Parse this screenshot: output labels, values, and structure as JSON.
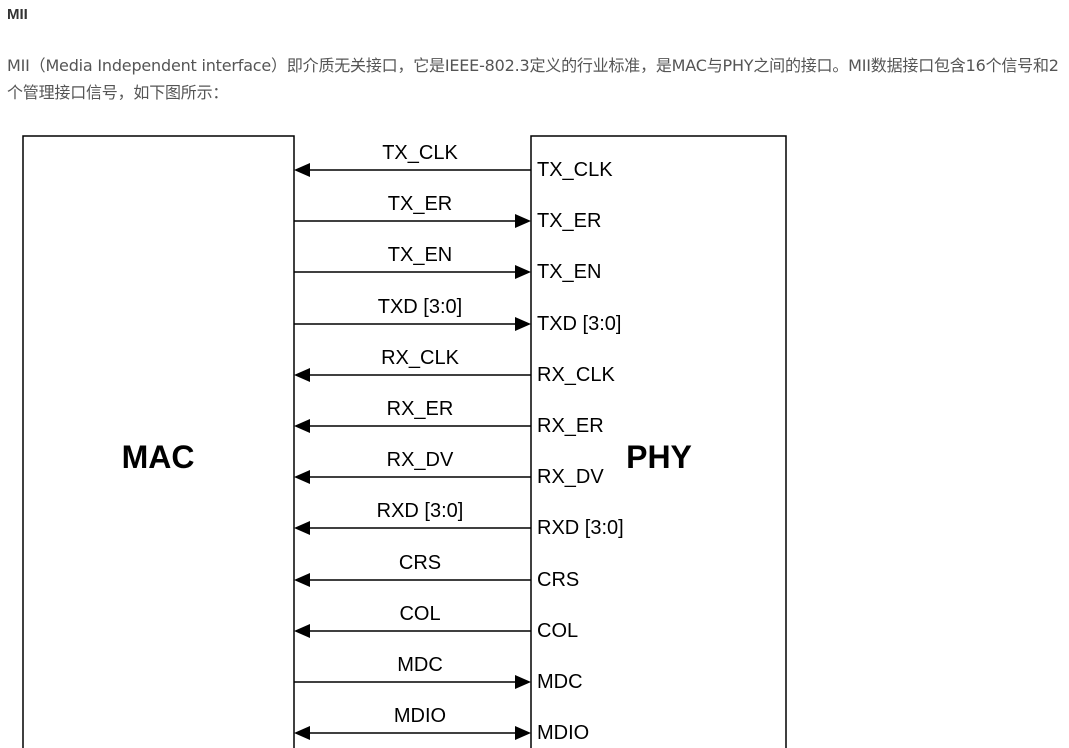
{
  "article": {
    "heading": "MII",
    "intro": "MII（Media Independent interface）即介质无关接口，它是IEEE-802.3定义的行业标准，是MAC与PHY之间的接口。MII数据接口包含16个信号和2个管理接口信号，如下图所示："
  },
  "diagram": {
    "left_block": "MAC",
    "right_block": "PHY",
    "signals": [
      {
        "wire_label": "TX_CLK",
        "phy_label": "TX_CLK",
        "direction": "to-mac"
      },
      {
        "wire_label": "TX_ER",
        "phy_label": "TX_ER",
        "direction": "to-phy"
      },
      {
        "wire_label": "TX_EN",
        "phy_label": "TX_EN",
        "direction": "to-phy"
      },
      {
        "wire_label": "TXD [3:0]",
        "phy_label": "TXD [3:0]",
        "direction": "to-phy"
      },
      {
        "wire_label": "RX_CLK",
        "phy_label": "RX_CLK",
        "direction": "to-mac"
      },
      {
        "wire_label": "RX_ER",
        "phy_label": "RX_ER",
        "direction": "to-mac"
      },
      {
        "wire_label": "RX_DV",
        "phy_label": "RX_DV",
        "direction": "to-mac"
      },
      {
        "wire_label": "RXD [3:0]",
        "phy_label": "RXD [3:0]",
        "direction": "to-mac"
      },
      {
        "wire_label": "CRS",
        "phy_label": "CRS",
        "direction": "to-mac"
      },
      {
        "wire_label": "COL",
        "phy_label": "COL",
        "direction": "to-mac"
      },
      {
        "wire_label": "MDC",
        "phy_label": "MDC",
        "direction": "to-phy"
      },
      {
        "wire_label": "MDIO",
        "phy_label": "MDIO",
        "direction": "both"
      }
    ]
  }
}
